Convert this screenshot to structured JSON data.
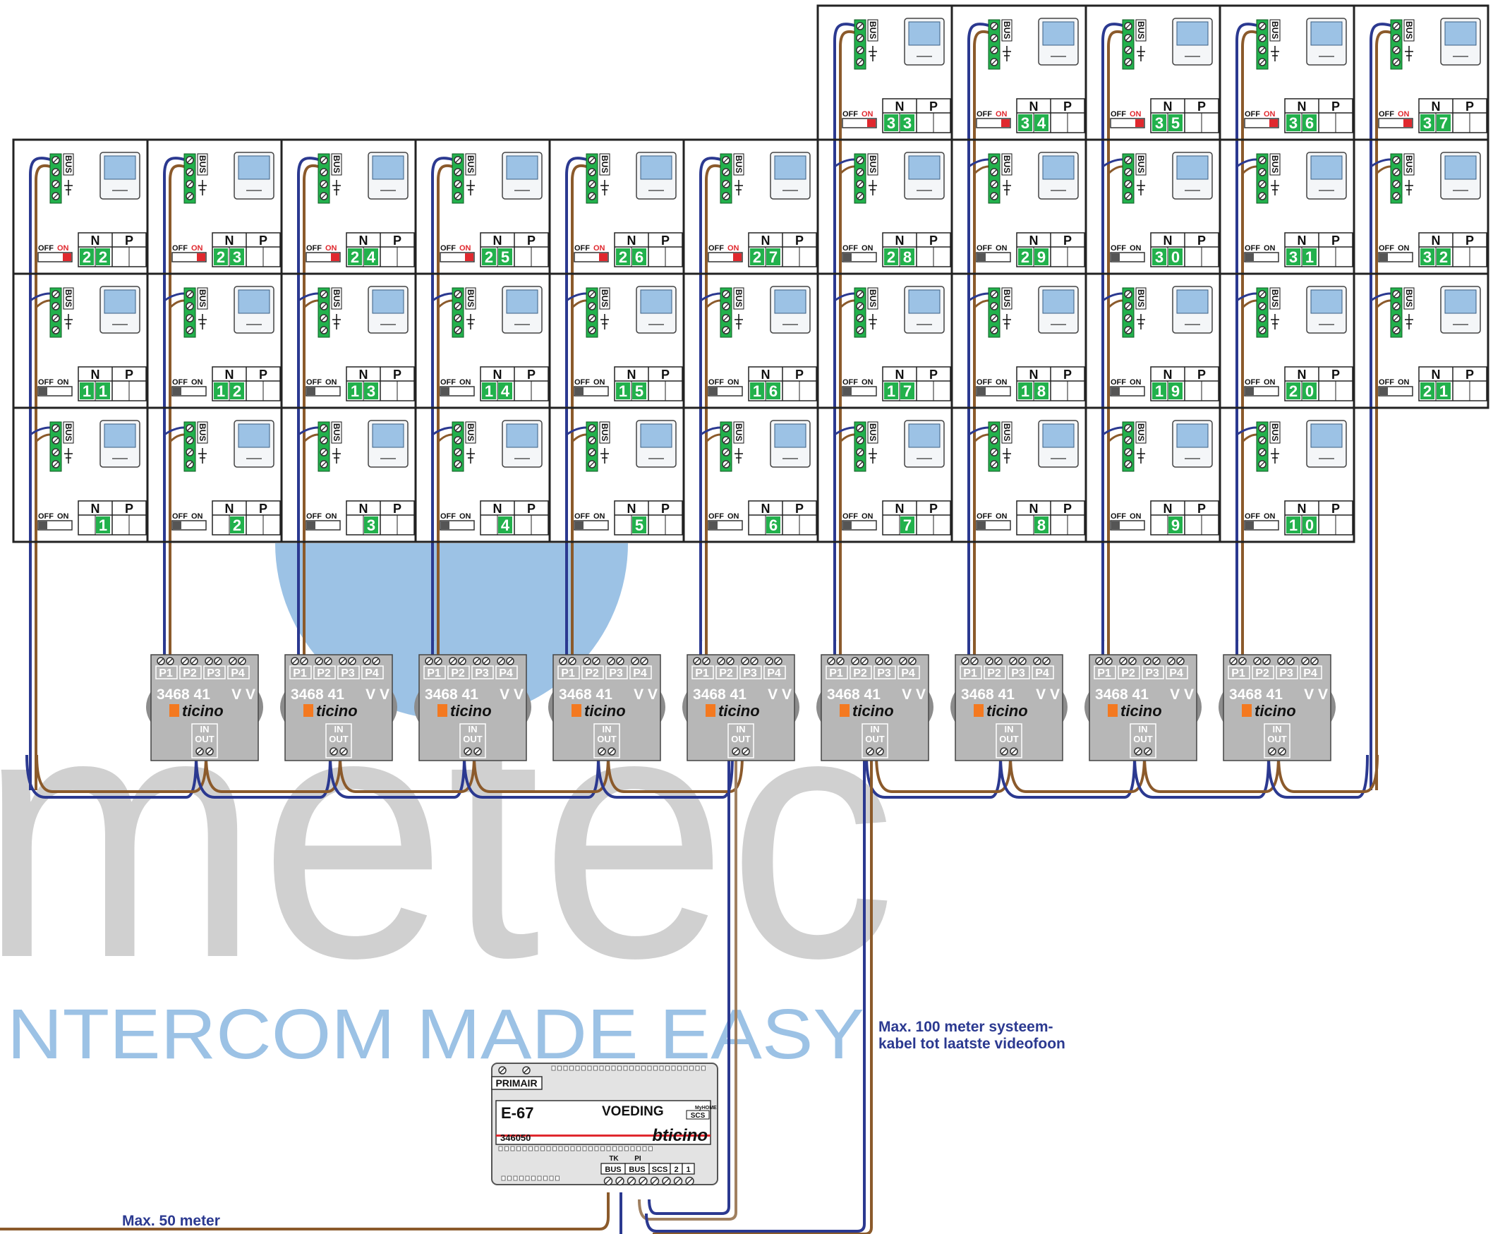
{
  "watermark": {
    "logo_text": "metec",
    "slogan": "NTERCOM MADE EASY",
    "color_gray": "#d0d0d0",
    "color_blue": "#9cc2e5"
  },
  "colors": {
    "wire_blue": "#2b3990",
    "wire_brown": "#8b5a2b",
    "grid_line": "#222222",
    "active_green": "#22b14c",
    "switch_red": "#e0282e",
    "bticino_orange": "#f47920",
    "distributor_gray": "#b7b7b7"
  },
  "cell_labels": {
    "bus": "BUS",
    "off": "OFF",
    "on": "ON",
    "n": "N",
    "p": "P"
  },
  "apartments": [
    {
      "number": "1",
      "switch": "off"
    },
    {
      "number": "2",
      "switch": "off"
    },
    {
      "number": "3",
      "switch": "off"
    },
    {
      "number": "4",
      "switch": "off"
    },
    {
      "number": "5",
      "switch": "off"
    },
    {
      "number": "6",
      "switch": "off"
    },
    {
      "number": "7",
      "switch": "off"
    },
    {
      "number": "8",
      "switch": "off"
    },
    {
      "number": "9",
      "switch": "off"
    },
    {
      "number": "10",
      "switch": "off"
    },
    {
      "number": "11",
      "switch": "off"
    },
    {
      "number": "12",
      "switch": "off"
    },
    {
      "number": "13",
      "switch": "off"
    },
    {
      "number": "14",
      "switch": "off"
    },
    {
      "number": "15",
      "switch": "off"
    },
    {
      "number": "16",
      "switch": "off"
    },
    {
      "number": "17",
      "switch": "off"
    },
    {
      "number": "18",
      "switch": "off"
    },
    {
      "number": "19",
      "switch": "off"
    },
    {
      "number": "20",
      "switch": "off"
    },
    {
      "number": "21",
      "switch": "off"
    },
    {
      "number": "22",
      "switch": "on"
    },
    {
      "number": "23",
      "switch": "on"
    },
    {
      "number": "24",
      "switch": "on"
    },
    {
      "number": "25",
      "switch": "on"
    },
    {
      "number": "26",
      "switch": "on"
    },
    {
      "number": "27",
      "switch": "on"
    },
    {
      "number": "28",
      "switch": "off"
    },
    {
      "number": "29",
      "switch": "off"
    },
    {
      "number": "30",
      "switch": "off"
    },
    {
      "number": "31",
      "switch": "off"
    },
    {
      "number": "32",
      "switch": "off"
    },
    {
      "number": "33",
      "switch": "on"
    },
    {
      "number": "34",
      "switch": "on"
    },
    {
      "number": "35",
      "switch": "on"
    },
    {
      "number": "36",
      "switch": "on"
    },
    {
      "number": "37",
      "switch": "on"
    }
  ],
  "distributor": {
    "ports": [
      "P1",
      "P2",
      "P3",
      "P4"
    ],
    "model": "3468 41",
    "vv": "V V",
    "brand": "bticino",
    "in": "IN",
    "out": "OUT",
    "count": 9
  },
  "power_supply": {
    "primary": "PRIMAIR",
    "model": "E-67",
    "name": "VOEDING",
    "myhome": "MyHOME",
    "scs": "SCS",
    "part": "346050",
    "brand": "bticino",
    "tk": "TK",
    "pi": "PI",
    "terminals": [
      "BUS",
      "BUS",
      "SCS",
      "2",
      "1"
    ]
  },
  "notes": {
    "max100_line1": "Max. 100 meter systeem-",
    "max100_line2": "kabel tot laatste videofoon",
    "max50": "Max. 50 meter"
  }
}
